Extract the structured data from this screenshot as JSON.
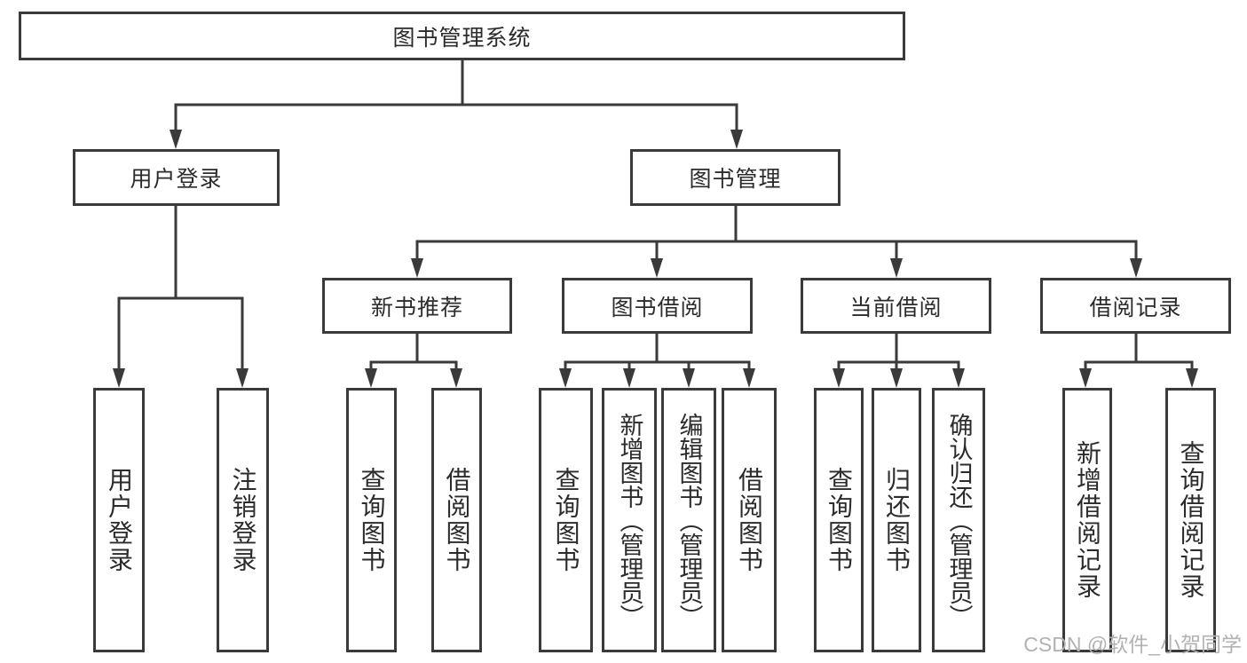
{
  "nodes": {
    "root": {
      "label": "图书管理系统"
    },
    "user_login": {
      "label": "用户登录"
    },
    "book_management": {
      "label": "图书管理"
    },
    "new_book_recommend": {
      "label": "新书推荐"
    },
    "book_borrow": {
      "label": "图书借阅"
    },
    "current_borrow": {
      "label": "当前借阅"
    },
    "borrow_records": {
      "label": "借阅记录"
    }
  },
  "leaves": {
    "user_login": {
      "label": "用户登录"
    },
    "logout": {
      "label": "注销登录"
    },
    "recommend_query_books": {
      "label": "查询图书"
    },
    "recommend_borrow_books": {
      "label": "借阅图书"
    },
    "borrow_query_books": {
      "label": "查询图书"
    },
    "borrow_add_books": {
      "label": "新增图书（管理员）"
    },
    "borrow_edit_books": {
      "label": "编辑图书（管理员）"
    },
    "borrow_borrow_books": {
      "label": "借阅图书"
    },
    "current_query_books": {
      "label": "查询图书"
    },
    "current_return_books": {
      "label": "归还图书"
    },
    "current_confirm_return": {
      "label": "确认归还（管理员）"
    },
    "records_add": {
      "label": "新增借阅记录"
    },
    "records_query": {
      "label": "查询借阅记录"
    }
  },
  "watermark": {
    "text": "CSDN @软件_小贺同学"
  },
  "colors": {
    "line": "#3a3a3a",
    "box_border": "#3a3a3a",
    "text": "#2b2b2b",
    "watermark": "#b2b2b2",
    "background": "#ffffff"
  }
}
